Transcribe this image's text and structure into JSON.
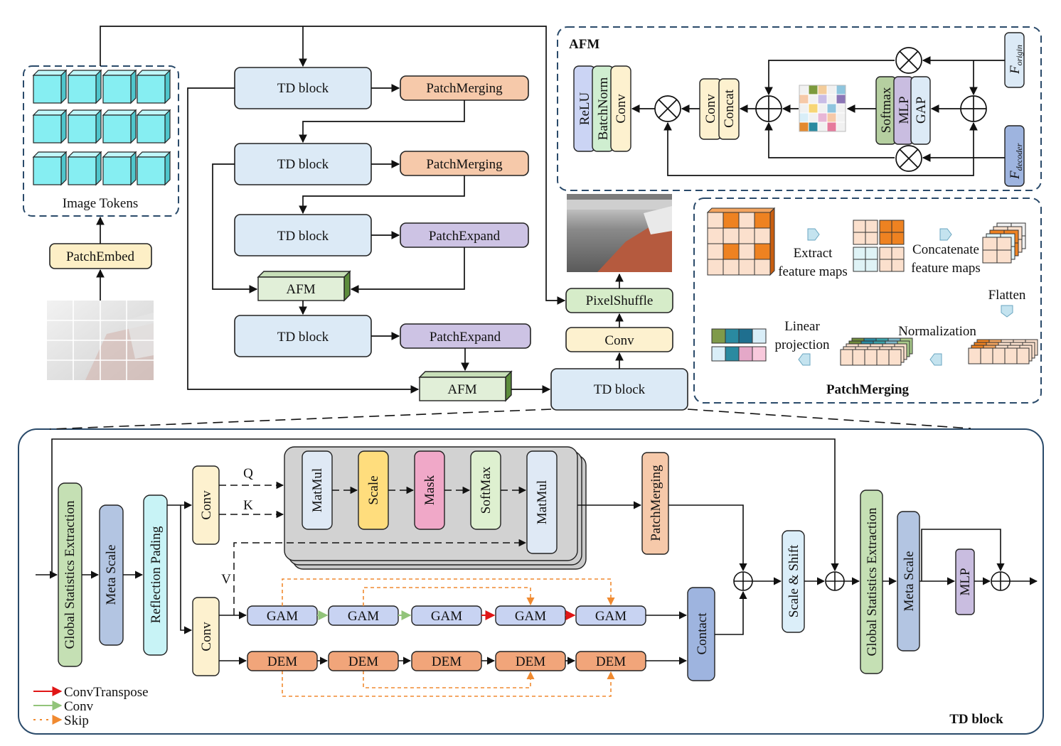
{
  "colors": {
    "td_block": "#dceaf6",
    "patch_merging": "#f6c9aa",
    "patch_expand": "#cdc3e4",
    "afm": "#e1efd8",
    "patch_embed": "#fdefc6",
    "pixel_shuffle": "#d6ecc9",
    "conv_yellow": "#fdf1cf",
    "token_cube": "#86eef2",
    "relu": "#cbd4f4",
    "batchnorm": "#cfeed0",
    "gsx": "#c5e0b4",
    "meta_scale": "#b3c5e2",
    "reflection": "#c8f3f6",
    "scale_shift": "#dbeef9",
    "mlp": "#c9bde0",
    "contact": "#9eb4df",
    "gam": "#c8d3f2",
    "dem": "#f1a57a",
    "matmul": "#dfe9f5",
    "scale": "#ffdd7d",
    "mask": "#f0a8c8",
    "softmax_att": "#def0d0",
    "attention_bg": "#cfcfcf",
    "conv_transpose_arrow": "#e01616",
    "conv_arrow": "#92c47a",
    "skip_arrow": "#f08a30",
    "dashed_border": "#2a4a6a"
  },
  "tokens": {
    "label": "Image Tokens"
  },
  "main": {
    "patch_embed": "PatchEmbed",
    "td1": "TD block",
    "td2": "TD block",
    "td3": "TD block",
    "td4": "TD block",
    "td5": "TD block",
    "pm1": "PatchMerging",
    "pm2": "PatchMerging",
    "pe1": "PatchExpand",
    "pe2": "PatchExpand",
    "afm1": "AFM",
    "afm2": "AFM",
    "conv": "Conv",
    "pixel_shuffle": "PixelShuffle"
  },
  "afm_panel": {
    "title": "AFM",
    "relu": "ReLU",
    "batchnorm": "BatchNorm",
    "conv1": "Conv",
    "conv2": "Conv",
    "concat": "Concat",
    "softmax": "Softmax",
    "mlp": "MLP",
    "gap": "GAP",
    "f_origin": "F",
    "f_origin_sub": "origin",
    "f_decoder": "F",
    "f_decoder_sub": "decoder"
  },
  "pm_panel": {
    "title": "PatchMerging",
    "extract_1": "Extract",
    "extract_2": "feature maps",
    "concat_1": "Concatenate",
    "concat_2": "feature maps",
    "flatten": "Flatten",
    "normalization": "Normalization",
    "linear_1": "Linear",
    "linear_2": "projection"
  },
  "td_panel": {
    "title": "TD block",
    "gsx1": "Global Statistics Extraction",
    "meta1": "Meta Scale",
    "reflection": "Reflection Pading",
    "conv_top": "Conv",
    "conv_bottom": "Conv",
    "q": "Q",
    "k": "K",
    "v": "V",
    "matmul1": "MatMul",
    "scale": "Scale",
    "mask": "Mask",
    "softmax": "SoftMax",
    "matmul2": "MatMul",
    "patch_merging": "PatchMerging",
    "gam": [
      "GAM",
      "GAM",
      "GAM",
      "GAM",
      "GAM"
    ],
    "dem": [
      "DEM",
      "DEM",
      "DEM",
      "DEM",
      "DEM"
    ],
    "contact": "Contact",
    "scale_shift": "Scale & Shift",
    "gsx2": "Global Statistics Extraction",
    "meta2": "Meta Scale",
    "mlp": "MLP"
  },
  "legend": {
    "conv_transpose": "ConvTranspose",
    "conv": "Conv",
    "skip": "Skip"
  }
}
